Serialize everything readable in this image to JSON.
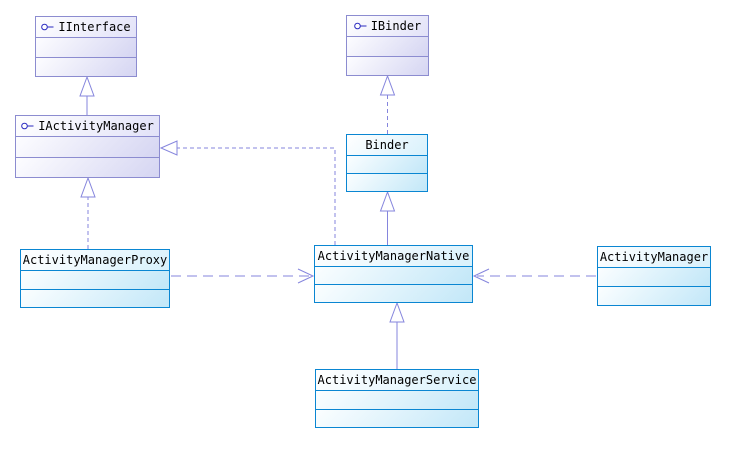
{
  "diagram": {
    "type": "uml-class-diagram",
    "background": "#ffffff",
    "classes": [
      {
        "name": "IInterface",
        "kind": "interface"
      },
      {
        "name": "IBinder",
        "kind": "interface"
      },
      {
        "name": "IActivityManager",
        "kind": "interface"
      },
      {
        "name": "Binder",
        "kind": "class"
      },
      {
        "name": "ActivityManagerProxy",
        "kind": "class"
      },
      {
        "name": "ActivityManagerNative",
        "kind": "class"
      },
      {
        "name": "ActivityManager",
        "kind": "class"
      },
      {
        "name": "ActivityManagerService",
        "kind": "class"
      }
    ],
    "relationships": [
      {
        "from": "IActivityManager",
        "to": "IInterface",
        "type": "generalization",
        "line": "solid"
      },
      {
        "from": "Binder",
        "to": "IBinder",
        "type": "realization",
        "line": "dashed"
      },
      {
        "from": "ActivityManagerProxy",
        "to": "IActivityManager",
        "type": "realization",
        "line": "dashed"
      },
      {
        "from": "ActivityManagerNative",
        "to": "IActivityManager",
        "type": "realization",
        "line": "dashed"
      },
      {
        "from": "ActivityManagerNative",
        "to": "Binder",
        "type": "generalization",
        "line": "solid"
      },
      {
        "from": "ActivityManagerService",
        "to": "ActivityManagerNative",
        "type": "generalization",
        "line": "solid"
      },
      {
        "from": "ActivityManagerProxy",
        "to": "ActivityManagerNative",
        "type": "dependency",
        "line": "long-dash"
      },
      {
        "from": "ActivityManager",
        "to": "ActivityManagerNative",
        "type": "dependency",
        "line": "long-dash"
      }
    ],
    "colors": {
      "interface_border": "#8c8cd0",
      "interface_fill_end": "#d5d5f2",
      "class_border": "#0a86d2",
      "class_fill_end": "#c2e7f8",
      "connector": "#8585dd",
      "lollipop_icon": "#2a2ac0",
      "title_text": "#000000"
    }
  }
}
